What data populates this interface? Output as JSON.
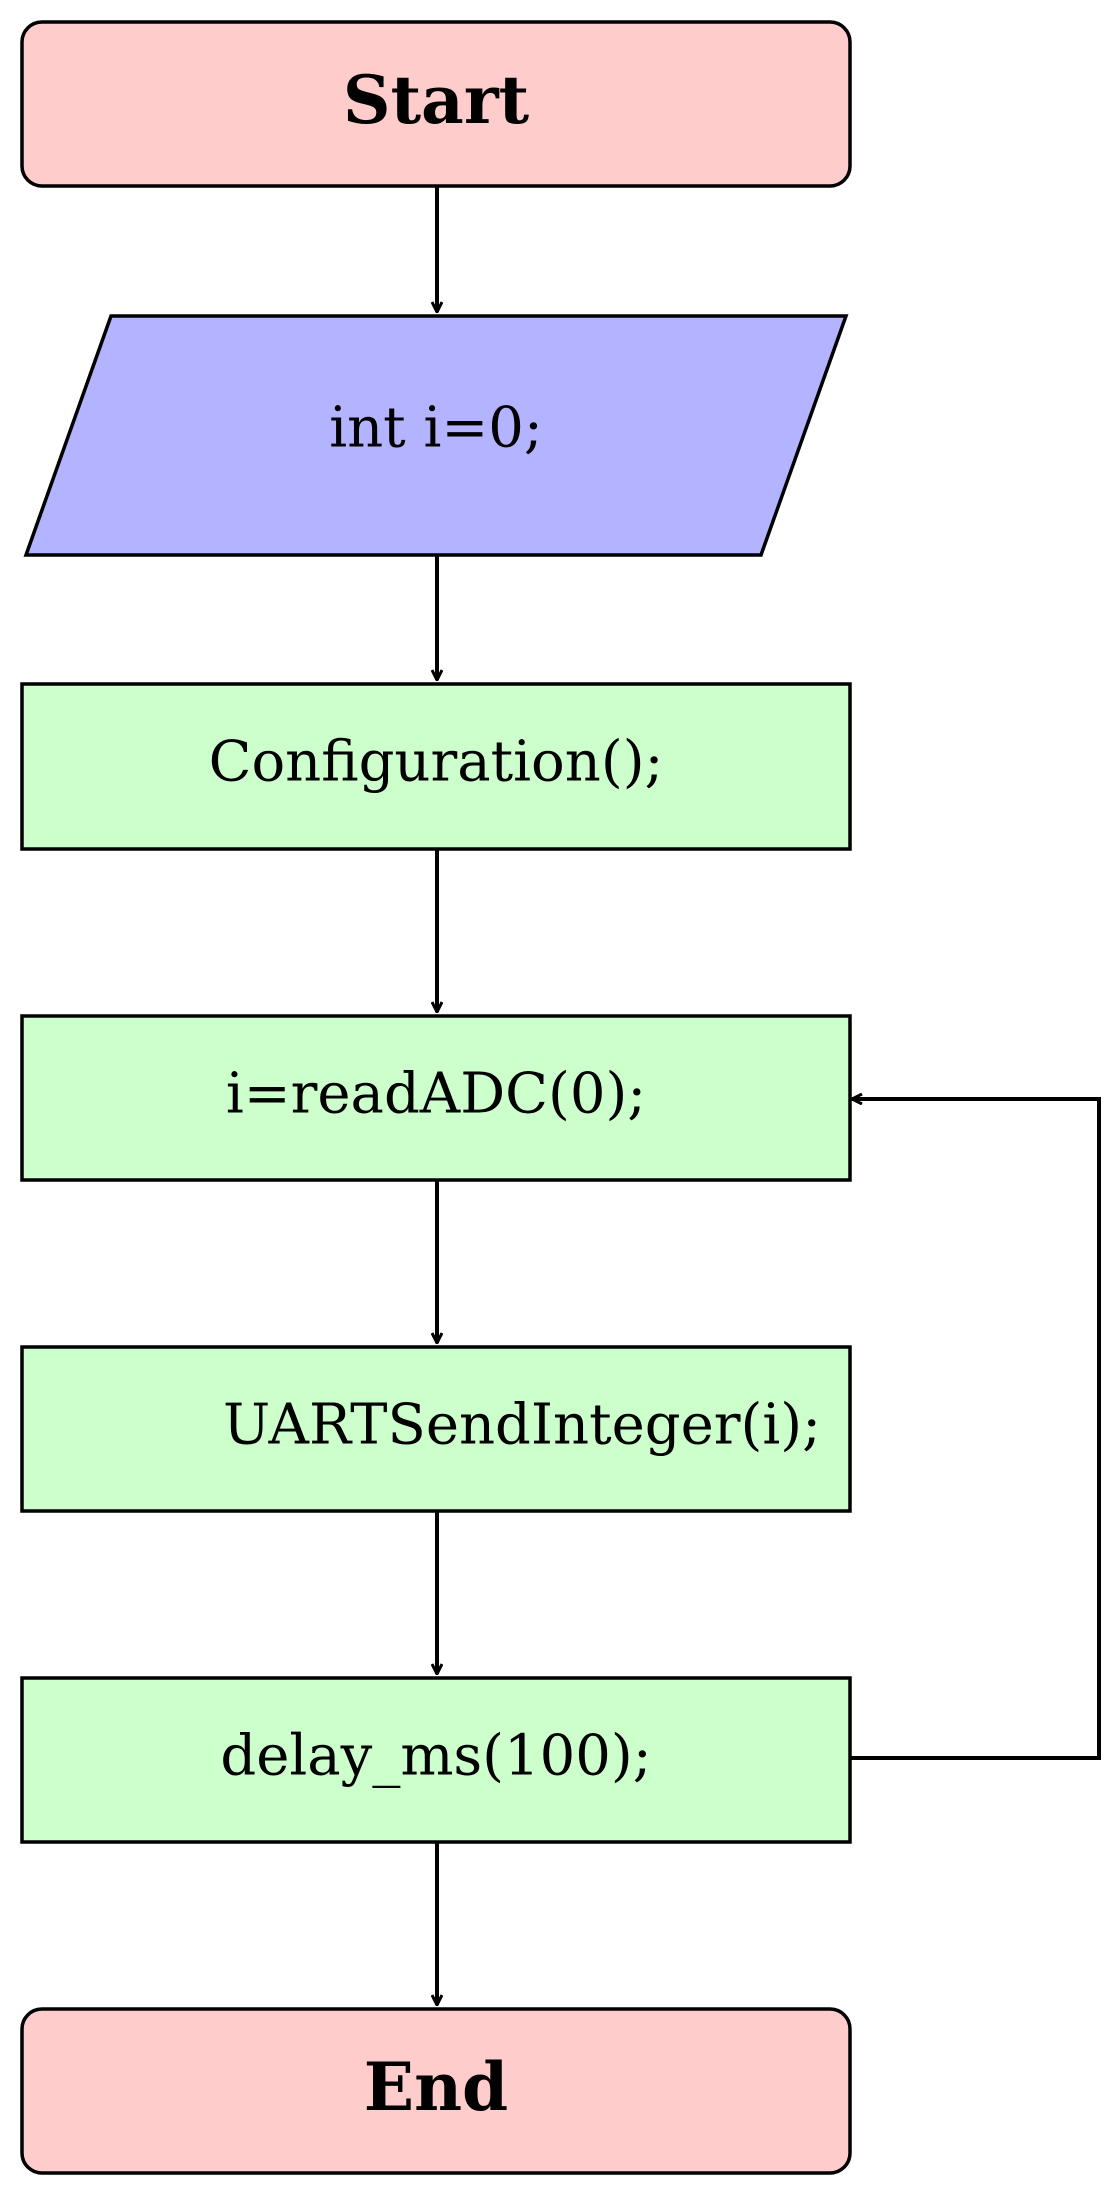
{
  "flowchart": {
    "nodes": [
      {
        "id": "start",
        "kind": "terminal",
        "label": "Start"
      },
      {
        "id": "init",
        "kind": "io",
        "label": "int i=0;"
      },
      {
        "id": "config",
        "kind": "process",
        "label": "Configuration();"
      },
      {
        "id": "read",
        "kind": "process",
        "label": "i=readADC(0);"
      },
      {
        "id": "send",
        "kind": "process",
        "label": "UARTSendInteger(i);"
      },
      {
        "id": "delay",
        "kind": "process",
        "label": "delay_ms(100);"
      },
      {
        "id": "end",
        "kind": "terminal",
        "label": "End"
      }
    ],
    "edges": [
      {
        "from": "start",
        "to": "init"
      },
      {
        "from": "init",
        "to": "config"
      },
      {
        "from": "config",
        "to": "read"
      },
      {
        "from": "read",
        "to": "send"
      },
      {
        "from": "send",
        "to": "delay"
      },
      {
        "from": "delay",
        "to": "end"
      },
      {
        "from": "delay",
        "to": "read",
        "type": "loop-back"
      }
    ],
    "colors": {
      "terminal": "#ffcccc",
      "io": "#b3b3ff",
      "process": "#ccffcc",
      "stroke": "#000000"
    }
  }
}
